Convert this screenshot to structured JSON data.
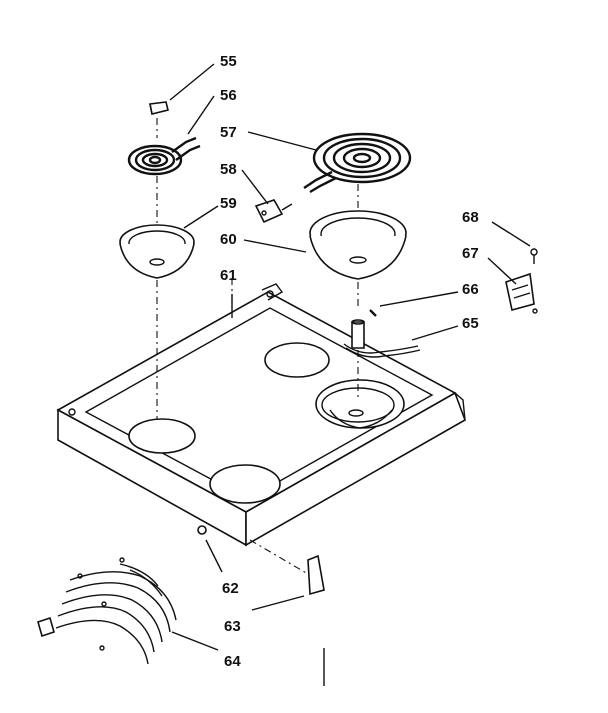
{
  "diagram": {
    "callouts": [
      {
        "id": "c55",
        "text": "55"
      },
      {
        "id": "c56",
        "text": "56"
      },
      {
        "id": "c57",
        "text": "57"
      },
      {
        "id": "c58",
        "text": "58"
      },
      {
        "id": "c59",
        "text": "59"
      },
      {
        "id": "c60",
        "text": "60"
      },
      {
        "id": "c61",
        "text": "61"
      },
      {
        "id": "c62",
        "text": "62"
      },
      {
        "id": "c63",
        "text": "63"
      },
      {
        "id": "c64",
        "text": "64"
      },
      {
        "id": "c65",
        "text": "65"
      },
      {
        "id": "c66",
        "text": "66"
      },
      {
        "id": "c67",
        "text": "67"
      },
      {
        "id": "c68",
        "text": "68"
      }
    ]
  }
}
